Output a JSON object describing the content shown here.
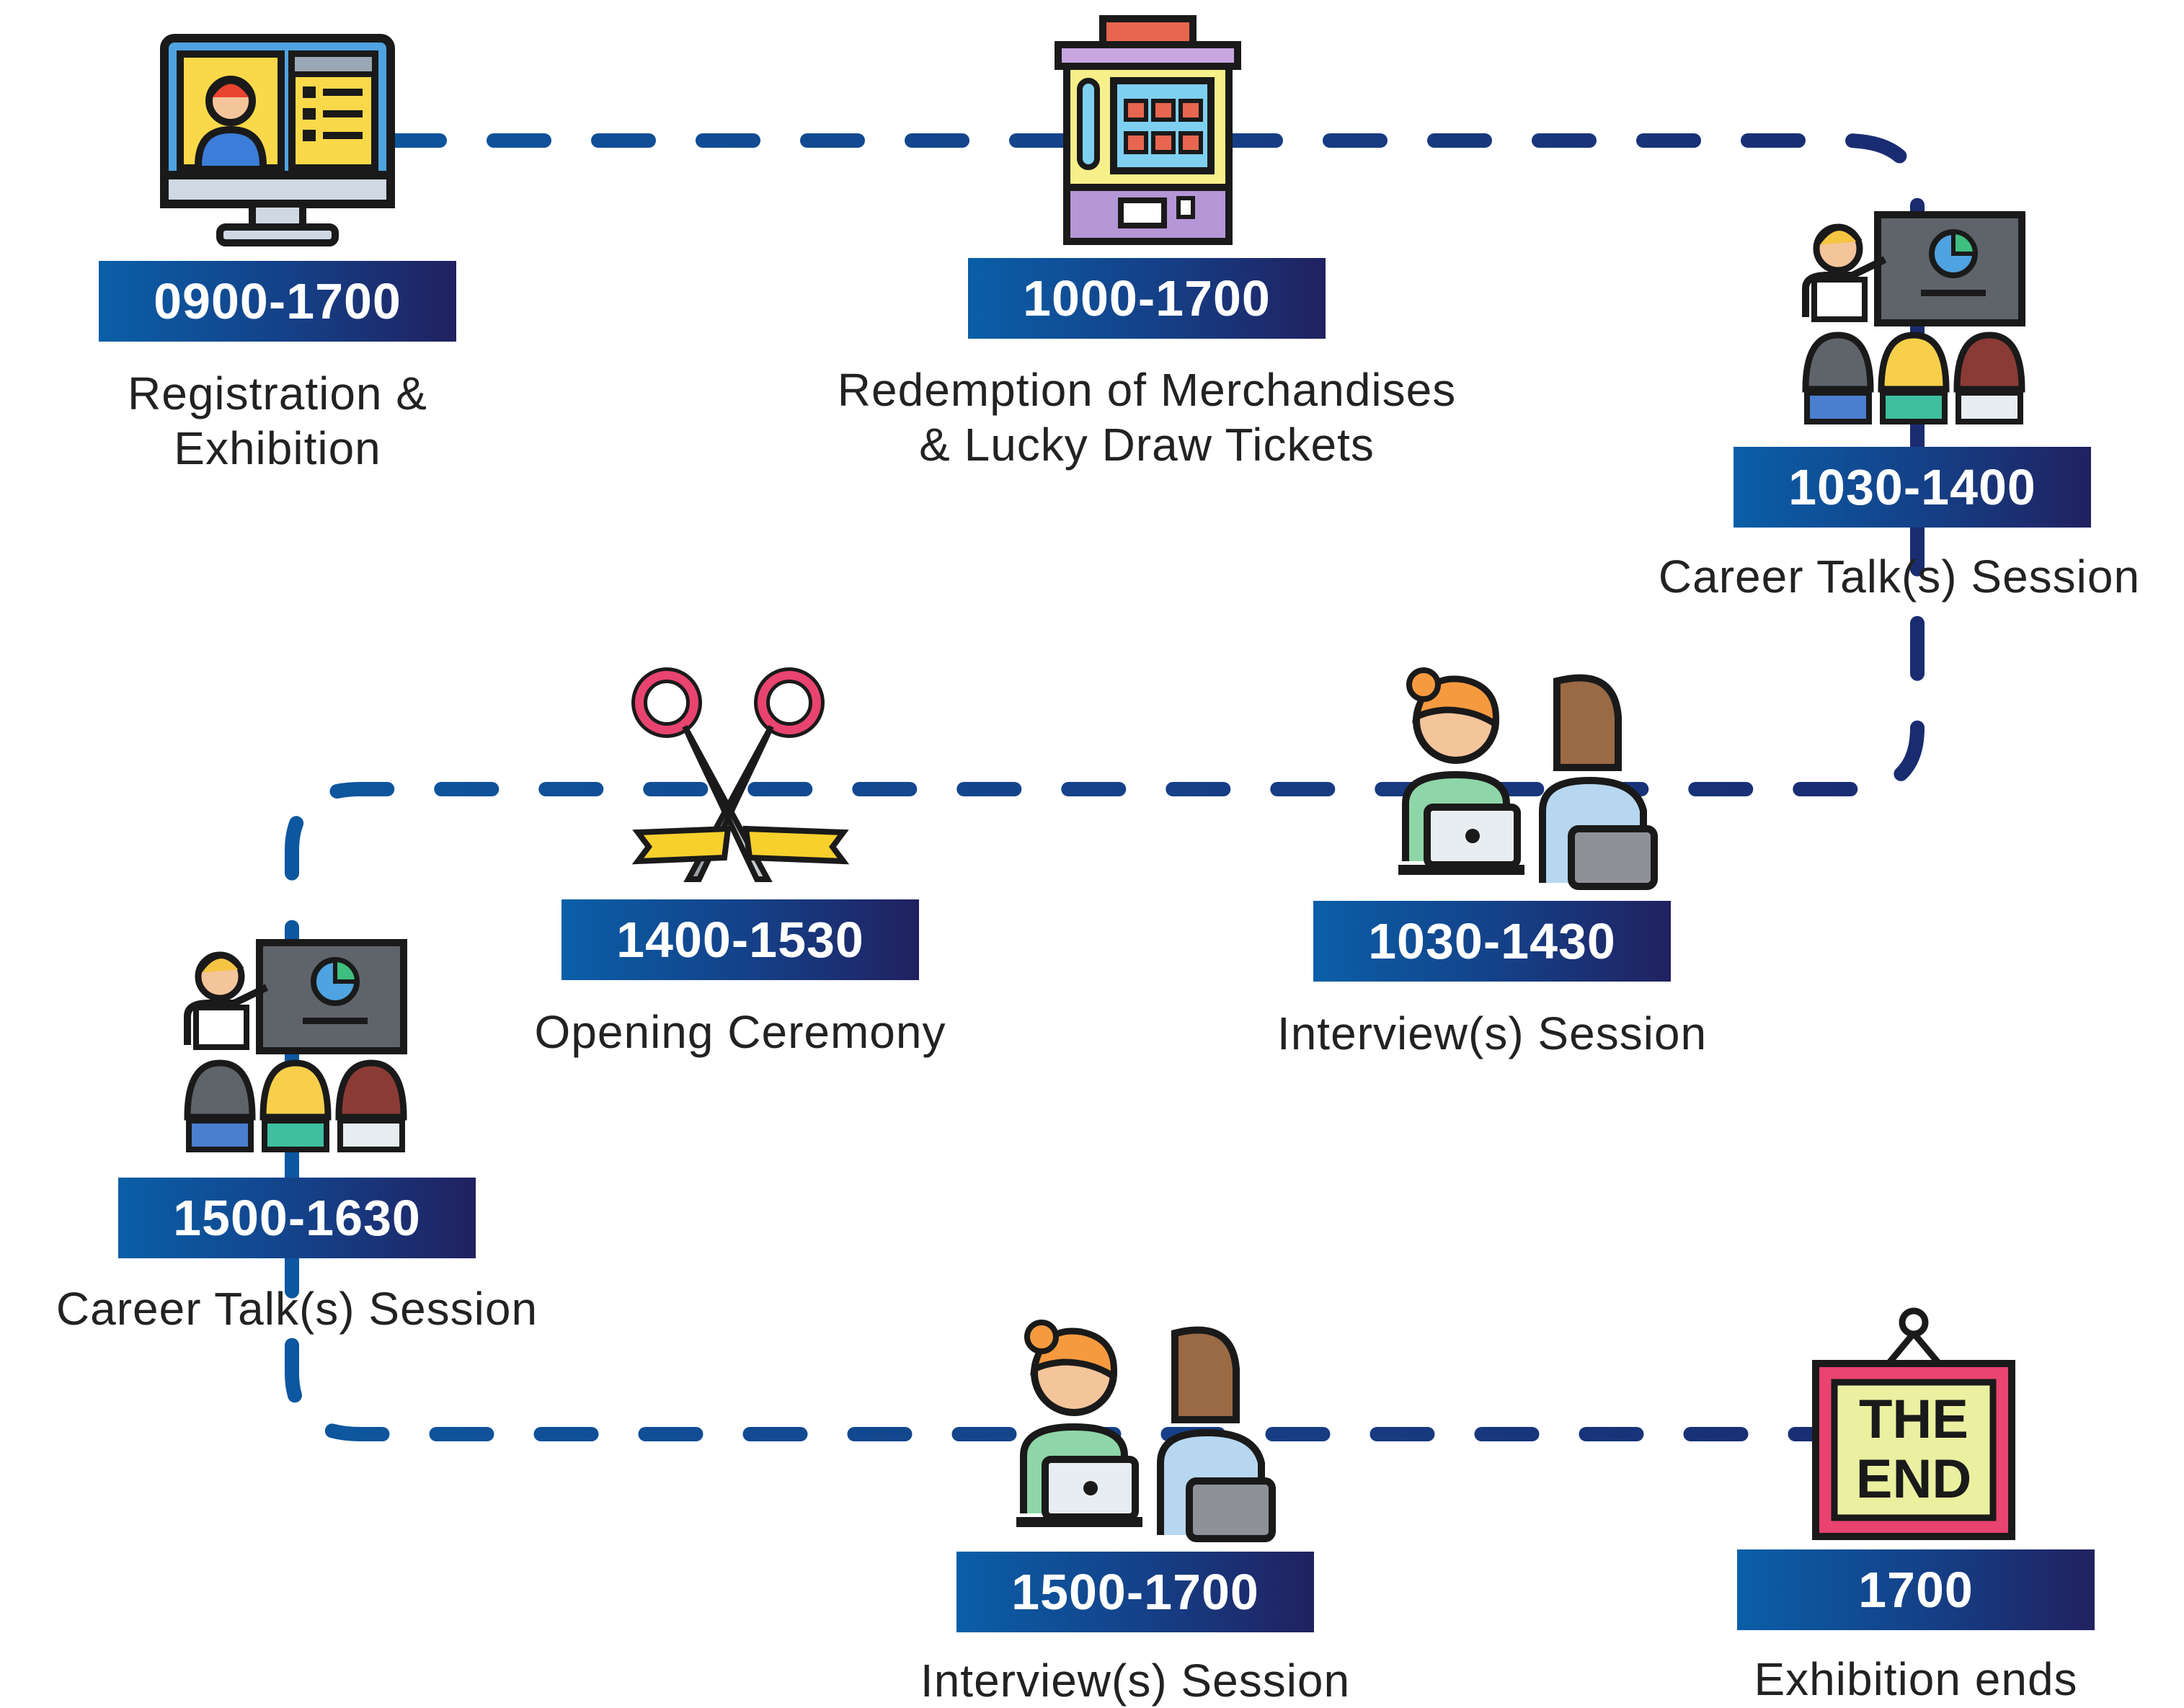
{
  "colors": {
    "path_blue": "#0a5fa8",
    "path_navy": "#1b2468",
    "badge_start": "#0a5fa8",
    "badge_end": "#212160",
    "badge_text": "#ffffff",
    "label_text": "#222222"
  },
  "events": [
    {
      "time": "0900-1700",
      "label": "Registration &\nExhibition",
      "icon": "computer-profile-icon"
    },
    {
      "time": "1000-1700",
      "label": "Redemption of Merchandises\n& Lucky Draw Tickets",
      "icon": "vending-machine-icon"
    },
    {
      "time": "1030-1400",
      "label": "Career Talk(s) Session",
      "icon": "presentation-audience-icon"
    },
    {
      "time": "1030-1430",
      "label": "Interview(s) Session",
      "icon": "interview-icon"
    },
    {
      "time": "1400-1530",
      "label": "Opening Ceremony",
      "icon": "ribbon-cutting-icon"
    },
    {
      "time": "1500-1630",
      "label": "Career Talk(s) Session",
      "icon": "presentation-audience-icon"
    },
    {
      "time": "1500-1700",
      "label": "Interview(s) Session",
      "icon": "interview-icon"
    },
    {
      "time": "1700",
      "label": "Exhibition ends",
      "icon": "the-end-sign-icon"
    }
  ]
}
